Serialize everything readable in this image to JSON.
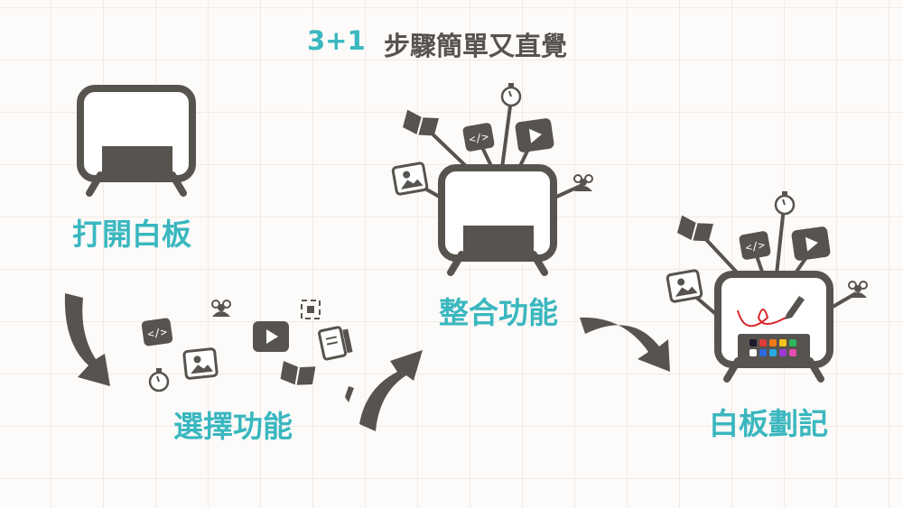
{
  "title": {
    "prefix": "3+1",
    "text": "步驟簡單又直覺"
  },
  "steps": [
    {
      "label": "打開白板"
    },
    {
      "label": "選擇功能"
    },
    {
      "label": "整合功能"
    },
    {
      "label": "白板劃記"
    }
  ],
  "colors": {
    "accent": "#3ab7bf",
    "dark": "#57534e",
    "ink": "#d9262a"
  },
  "palette": [
    "#1a1a2e",
    "#e03a3a",
    "#f07a1a",
    "#f2c418",
    "#2fb55a",
    "#ffffff",
    "#2f6be0",
    "#2aa9e6",
    "#9b3ad6",
    "#e64bb0"
  ]
}
